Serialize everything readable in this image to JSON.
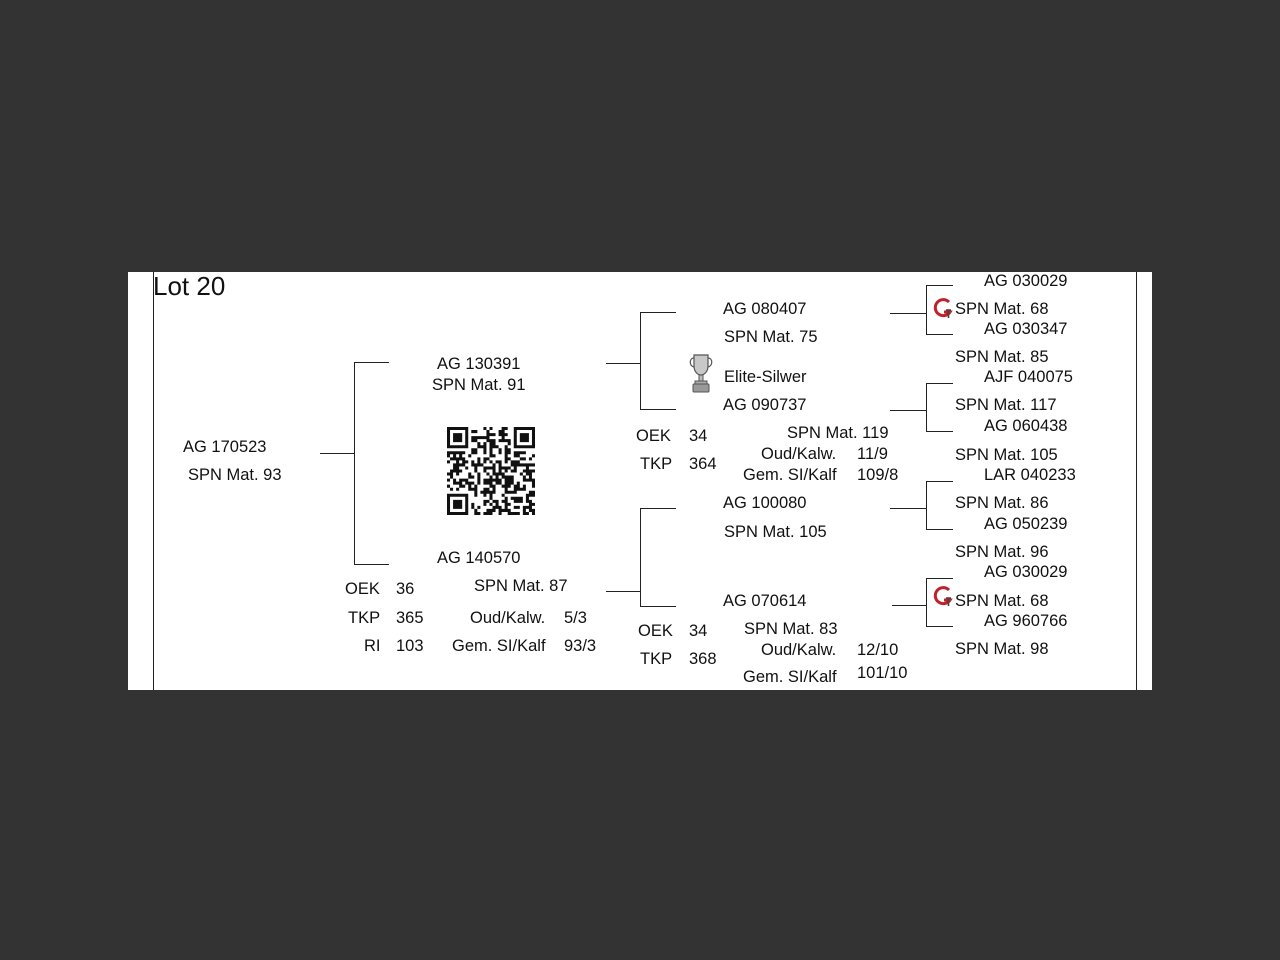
{
  "lot": "Lot 20",
  "animal": {
    "id": "AG  170523",
    "spn": "SPN Mat. 93"
  },
  "sire": {
    "id": "AG  130391",
    "spn": "SPN Mat. 91"
  },
  "dam": {
    "id": "AG  140570",
    "spn": "SPN Mat. 87",
    "oek_label": "OEK",
    "oek": "36",
    "tkp_label": "TKP",
    "tkp": "365",
    "ri_label": "RI",
    "ri": "103",
    "oud_label": "Oud/Kalw.",
    "oud": "5/3",
    "gem_label": "Gem. SI/Kalf",
    "gem": "93/3"
  },
  "sire_sire": {
    "id": "AG  080407",
    "spn": "SPN Mat. 75"
  },
  "sire_dam": {
    "award": "Elite-Silwer",
    "id": "AG  090737",
    "spn": "SPN Mat. 119",
    "oek_label": "OEK",
    "oek": "34",
    "tkp_label": "TKP",
    "tkp": "364",
    "oud_label": "Oud/Kalw.",
    "oud": "11/9",
    "gem_label": "Gem. SI/Kalf",
    "gem": "109/8"
  },
  "dam_sire": {
    "id": "AG  100080",
    "spn": "SPN Mat. 105"
  },
  "dam_dam": {
    "id": "AG  070614",
    "spn": "SPN Mat. 83",
    "oek_label": "OEK",
    "oek": "34",
    "tkp_label": "TKP",
    "tkp": "368",
    "oud_label": "Oud/Kalw.",
    "oud": "12/10",
    "gem_label": "Gem. SI/Kalf",
    "gem": "101/10"
  },
  "gen3": [
    {
      "id": "AG  030029",
      "spn": "SPN Mat. 68"
    },
    {
      "id": "AG  030347",
      "spn": "SPN Mat. 85"
    },
    {
      "id": "AJF 040075",
      "spn": "SPN Mat. 117"
    },
    {
      "id": "AG  060438",
      "spn": "SPN Mat. 105"
    },
    {
      "id": "LAR 040233",
      "spn": "SPN Mat. 86"
    },
    {
      "id": "AG  050239",
      "spn": "SPN Mat. 96"
    },
    {
      "id": "AG  030029",
      "spn": "SPN Mat. 68"
    },
    {
      "id": "AG  960766",
      "spn": "SPN Mat. 98"
    }
  ],
  "icons": {
    "qr": "qr-code-icon",
    "trophy": "trophy-icon",
    "breeder_logo": "breeder-logo-icon"
  }
}
